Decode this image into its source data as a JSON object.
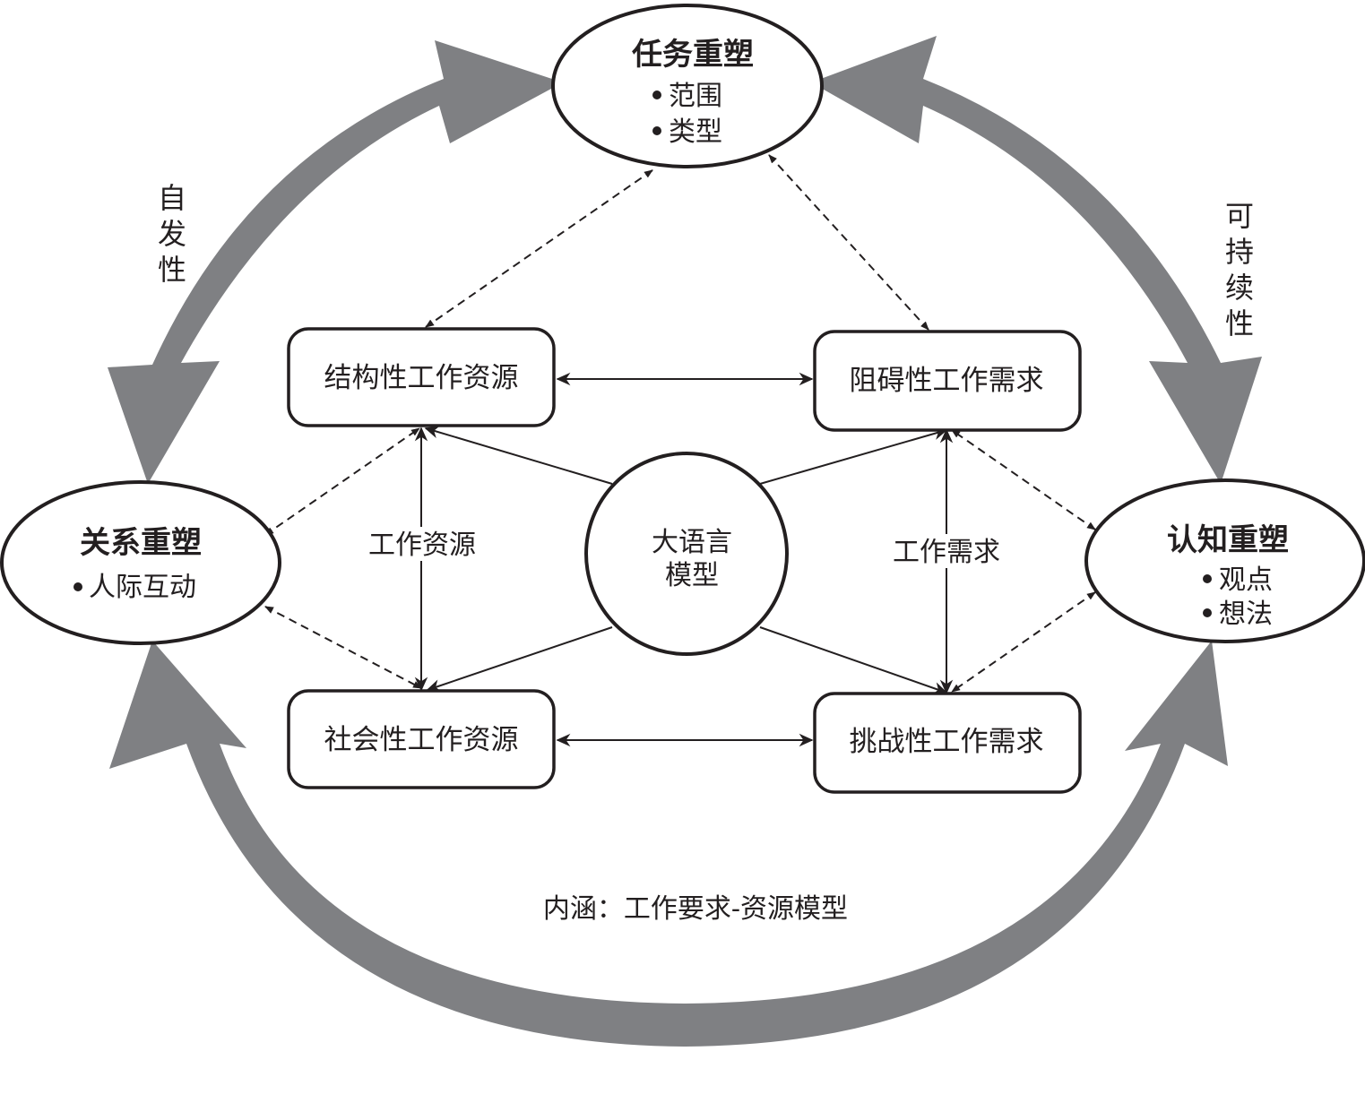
{
  "nodes": {
    "task": {
      "title": "任务重塑",
      "items": [
        "范围",
        "类型"
      ]
    },
    "relation": {
      "title": "关系重塑",
      "items": [
        "人际互动"
      ]
    },
    "cognitive": {
      "title": "认知重塑",
      "items": [
        "观点",
        "想法"
      ]
    },
    "center": {
      "lines": [
        "大语言",
        "模型"
      ]
    }
  },
  "boxes": {
    "structural_resources": "结构性工作资源",
    "hindrance_demands": "阻碍性工作需求",
    "social_resources": "社会性工作资源",
    "challenge_demands": "挑战性工作需求"
  },
  "axis_labels": {
    "resources": "工作资源",
    "demands": "工作需求"
  },
  "cycle_labels": {
    "left": [
      "自",
      "发",
      "性"
    ],
    "right": [
      "可",
      "持",
      "续",
      "性"
    ]
  },
  "footer": "内涵：工作要求-资源模型",
  "colors": {
    "cycle_arrow": "#7f8083",
    "line": "#231f20",
    "background": "#ffffff"
  }
}
